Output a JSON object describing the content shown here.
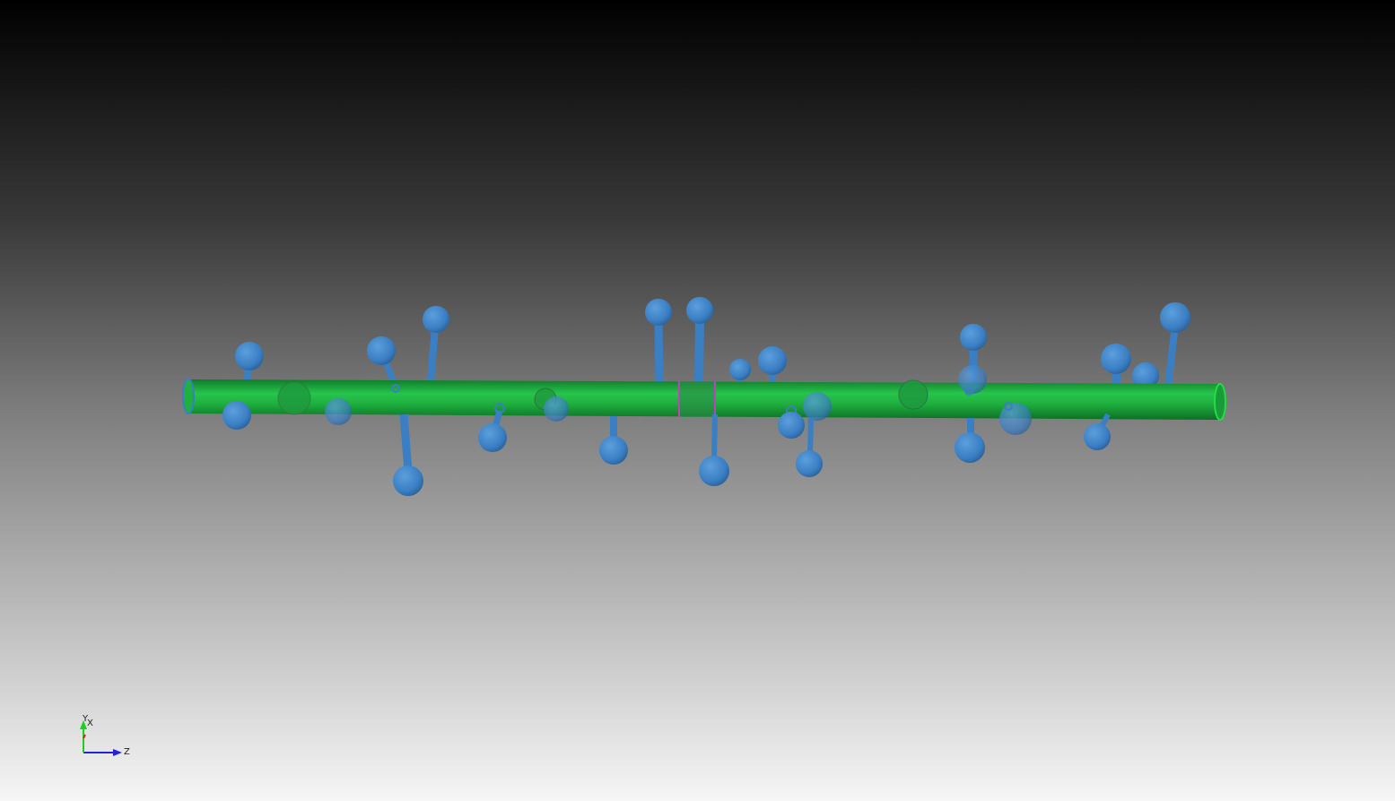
{
  "viewer": {
    "background_top": "#000000",
    "background_bottom": "#f6f6f6",
    "dendrite_color": "#1fb03f",
    "dendrite_edge_color": "#22dd44",
    "spine_color": "#3a7fc4",
    "spine_highlight": "#6aa8e6",
    "marker_color": "#c040c0"
  },
  "axes": {
    "y_label": "Y",
    "x_label": "X",
    "z_label": "Z",
    "y_color": "#22cc22",
    "x_color": "#dd2222",
    "z_color": "#2222dd"
  }
}
